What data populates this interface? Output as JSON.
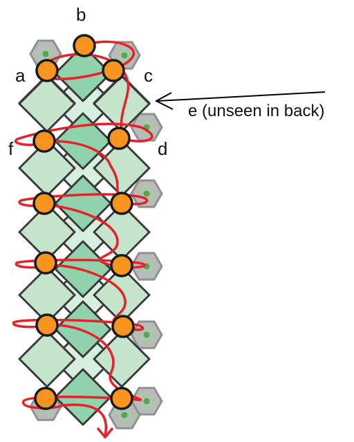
{
  "labels": {
    "a": "a",
    "b": "b",
    "c": "c",
    "d": "d",
    "e": "e (unseen in back)",
    "f": "f"
  },
  "colors": {
    "hex_fill": "#b8bcb8",
    "hex_inner": "#a8c8a8",
    "hex_stroke": "#8e928e",
    "hex_dot": "#5aa05a",
    "diamond_light": "#c4e4cc",
    "diamond_mid": "#8fd2ac",
    "diamond_center": "#d6efe0",
    "diamond_stroke": "#3a3a3a",
    "bead_fill": "#f7941d",
    "bead_stroke": "#1a1a1a",
    "thread": "#e8202a",
    "arrow": "#000000"
  },
  "icons": {
    "bead": "orange-round-bead",
    "hex_bead": "hexagon-bead",
    "diamond": "diamond-tile",
    "thread": "red-thread-path",
    "arrow": "pointer-arrow"
  }
}
